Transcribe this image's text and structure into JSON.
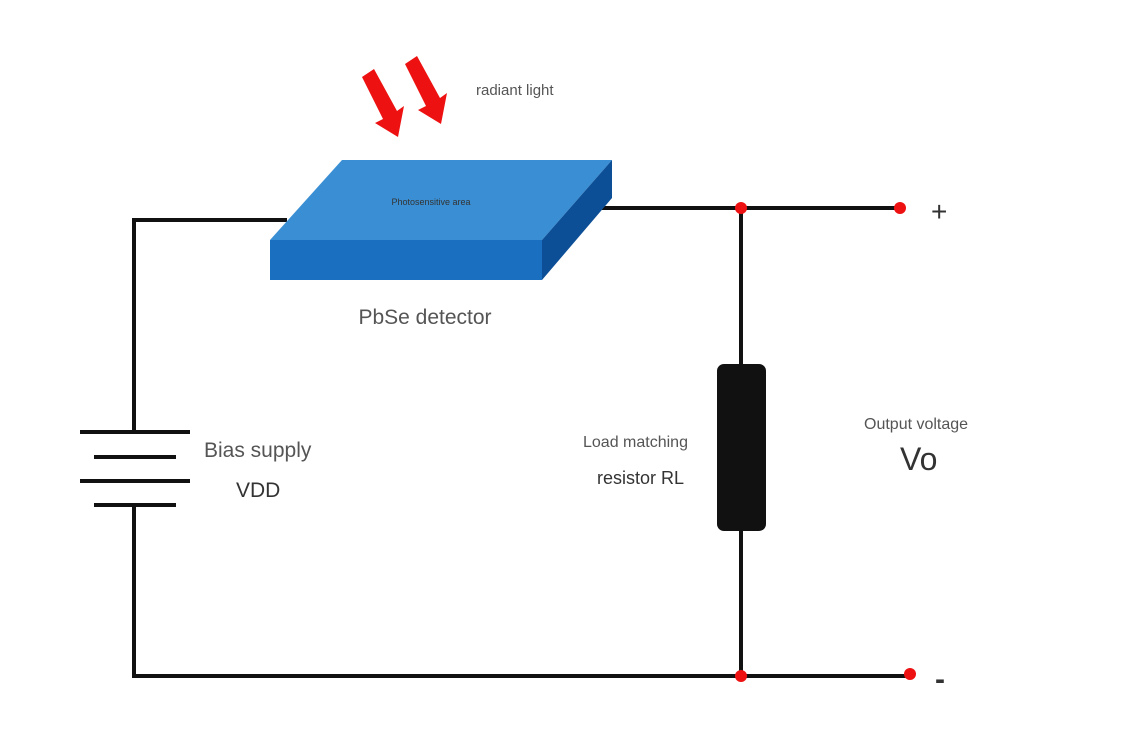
{
  "labels": {
    "radiant_light": "radiant light",
    "photosensitive_area": "Photosensitive area",
    "detector": "PbSe detector",
    "bias_supply": "Bias supply",
    "vdd": "VDD",
    "load_matching": "Load matching",
    "resistor_rl": "resistor RL",
    "output_voltage": "Output voltage",
    "vo": "Vo",
    "plus": "+",
    "minus": "-"
  },
  "colors": {
    "arrow": "#ee1111",
    "detector_top": "#3a8fd4",
    "detector_front": "#1a6fc0",
    "detector_side": "#0d4f96",
    "wire": "#111111",
    "node": "#ee1111"
  }
}
